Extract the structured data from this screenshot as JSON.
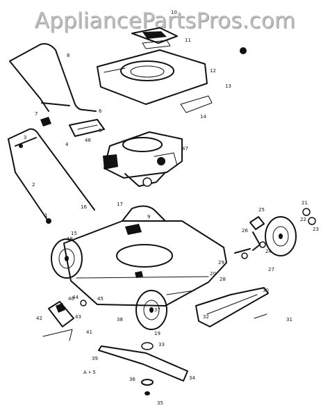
{
  "watermark": {
    "text": "AppliancePartsPros",
    "tld": ".com"
  },
  "figure_code": "A • 5",
  "callouts": [
    "1",
    "2",
    "3",
    "4",
    "5",
    "6",
    "7",
    "8",
    "9",
    "10",
    "11",
    "12",
    "13",
    "14",
    "15",
    "16",
    "17",
    "18",
    "19",
    "20",
    "21",
    "22",
    "23",
    "24",
    "25",
    "26",
    "27",
    "28",
    "29",
    "30",
    "31",
    "32",
    "33",
    "34",
    "35",
    "36",
    "37",
    "38",
    "39",
    "40",
    "41",
    "42",
    "43",
    "44",
    "45",
    "46",
    "47"
  ],
  "parts": {
    "upper_handle": "upper-handle",
    "lower_handle": "lower-handle",
    "engine": "engine",
    "engine_cover": "engine-cover",
    "deck": "mower-deck",
    "blade": "blade",
    "wheel": "wheel"
  }
}
